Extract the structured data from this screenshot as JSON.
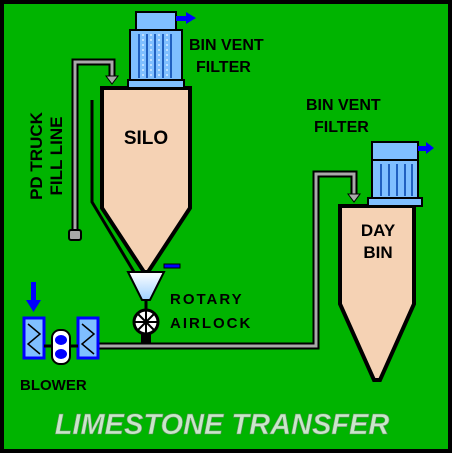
{
  "diagram": {
    "title": "LIMESTONE TRANSFER",
    "labels": {
      "silo": "SILO",
      "day_bin_line1": "DAY",
      "day_bin_line2": "BIN",
      "bin_vent_filter_1_line1": "BIN VENT",
      "bin_vent_filter_1_line2": "FILTER",
      "bin_vent_filter_2_line1": "BIN VENT",
      "bin_vent_filter_2_line2": "FILTER",
      "pd_truck_line1": "PD TRUCK",
      "pd_truck_line2": "FILL LINE",
      "rotary_line1": "ROTARY",
      "rotary_line2": "AIRLOCK",
      "blower": "BLOWER"
    },
    "colors": {
      "background": "#00B400",
      "frame": "#000000",
      "vessel_fill": "#F5D2B4",
      "pipe": "#A9A9A9",
      "filter_fill": "#7FBFFF",
      "filter_cage": "#2060C0",
      "arrow": "#0000FF",
      "title_text": "#C8E6C8"
    }
  }
}
